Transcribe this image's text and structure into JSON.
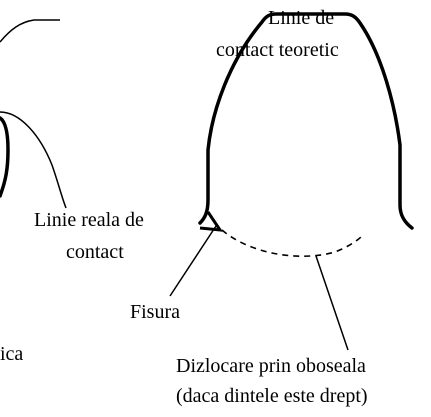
{
  "labels": {
    "contact_teoretic_line1": "Linie de",
    "contact_teoretic_line2": "contact teoretic",
    "linie_reala_line1": "Linie reala de",
    "linie_reala_line2": "contact",
    "fisura": "Fisura",
    "dizlocare_line1": "Dizlocare prin oboseala",
    "dizlocare_line2": "(daca dintele este drept)",
    "partial_left": "ica"
  }
}
